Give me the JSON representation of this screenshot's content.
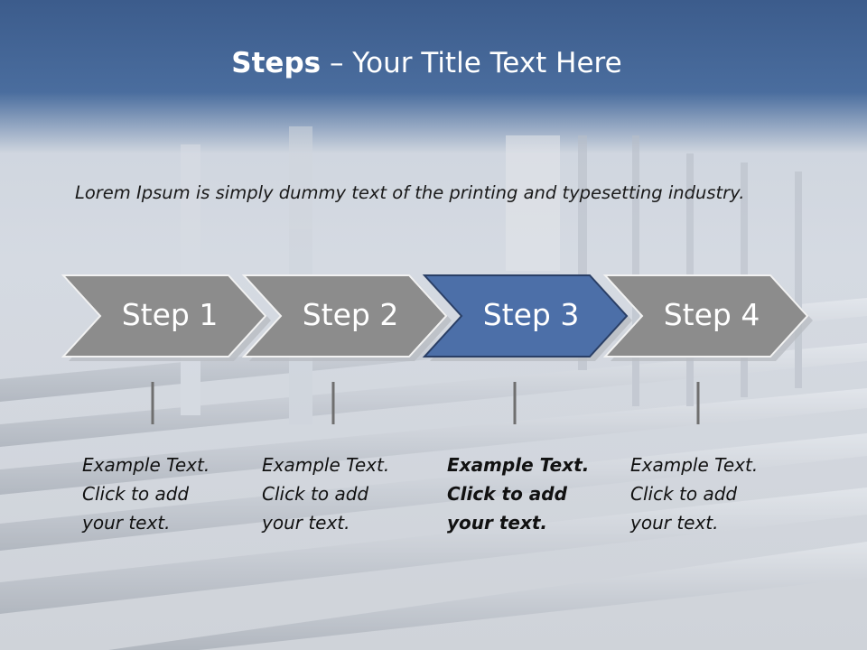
{
  "title": {
    "strong": "Steps",
    "rest": " – Your Title Text Here"
  },
  "intro": "Lorem Ipsum is simply dummy text of the printing and typesetting industry.",
  "steps": [
    {
      "label": "Step 1",
      "active": false,
      "text": [
        "Example Text.",
        "Click  to add",
        "your text."
      ]
    },
    {
      "label": "Step 2",
      "active": false,
      "text": [
        "Example Text.",
        "Click  to add",
        "your text."
      ]
    },
    {
      "label": "Step 3",
      "active": true,
      "text": [
        "Example Text.",
        "Click  to add",
        "your text."
      ]
    },
    {
      "label": "Step 4",
      "active": false,
      "text": [
        "Example Text.",
        "Click  to add",
        "your text."
      ]
    }
  ],
  "colors": {
    "step_default": "#8c8c8c",
    "step_active": "#4c6fa8",
    "header": "#3c5c8c"
  }
}
